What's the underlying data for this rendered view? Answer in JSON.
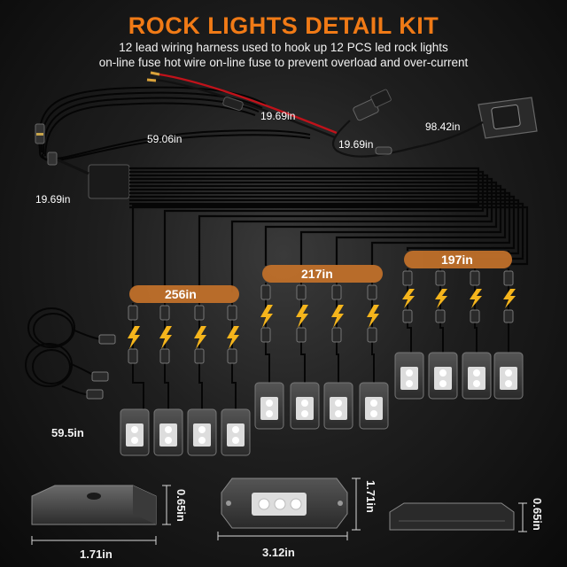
{
  "header": {
    "title": "ROCK LIGHTS DETAIL KIT",
    "line1": "12 lead wiring harness used to hook up 12 PCS led rock lights",
    "line2": "on-line fuse hot wire on-line fuse to prevent overload and over-current"
  },
  "harness": {
    "len_fuse_wire": "19.69in",
    "len_main": "59.06in",
    "len_switch_lead": "19.69in",
    "len_switch": "98.42in",
    "len_splitter": "19.69in"
  },
  "groups": {
    "left": "256in",
    "middle": "217in",
    "right": "197in"
  },
  "extension": {
    "length": "59.5in"
  },
  "dimensions": {
    "bracket_height": "0.65in",
    "bracket_width": "1.71in",
    "light_height": "1.71in",
    "light_width": "3.12in",
    "side_height": "0.65in"
  },
  "colors": {
    "accent": "#f07a16",
    "group_bar": "#c0702a"
  }
}
